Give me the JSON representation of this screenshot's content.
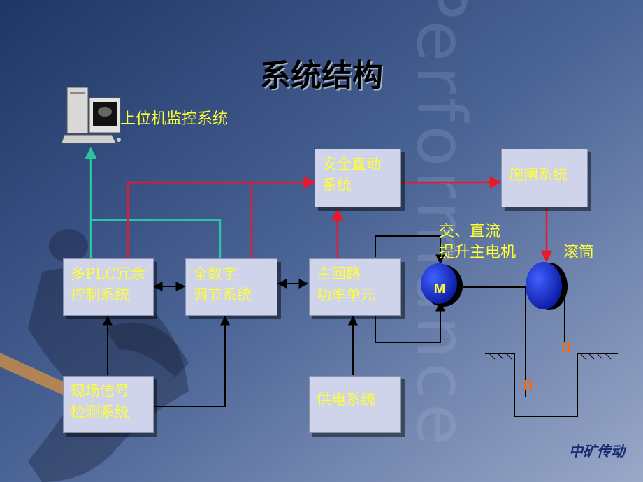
{
  "title": "系统结构",
  "watermark": "Performance",
  "brand": "中矿传动",
  "host_label": "上位机监控系统",
  "boxes": {
    "safety": [
      "安全直动",
      "系统"
    ],
    "brake": [
      "施闸系统"
    ],
    "plc": [
      "多PLC冗余",
      "控制系统"
    ],
    "digital": [
      "全数字",
      "调节系统"
    ],
    "main_circuit": [
      "主回路",
      "功率单元"
    ],
    "field_signal": [
      "现场信号",
      "检测系统"
    ],
    "power_supply": [
      "供电系统"
    ]
  },
  "labels": {
    "motor_type": [
      "交、直流",
      "提升主电机"
    ],
    "drum": "滚筒",
    "motor_symbol": "M"
  },
  "colors": {
    "background_top": "#2f4a7a",
    "background_bottom": "#8a9ac0",
    "text_yellow": "#ffff33",
    "box_fill": "#cfd4ea",
    "line_red": "#e8192c",
    "line_teal": "#2bc3a0",
    "line_black": "#000000",
    "motor_blue": "#1030e0",
    "marker_orange": "#ff6600"
  }
}
